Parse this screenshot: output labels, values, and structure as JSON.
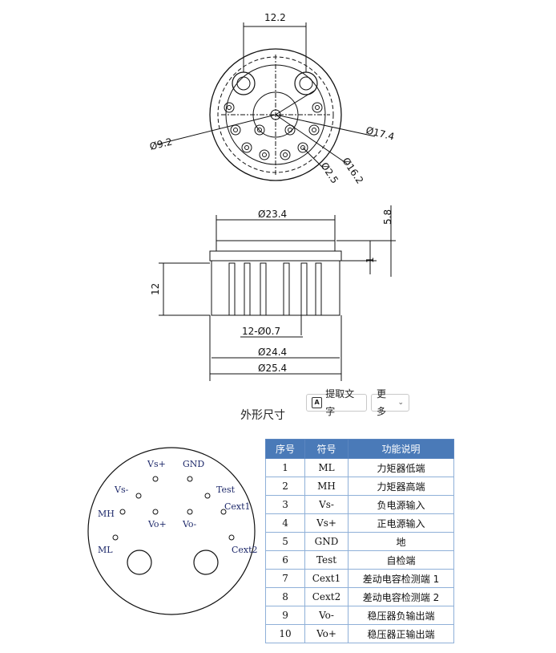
{
  "top_view": {
    "dim_pin_pitch": "12.2",
    "dim_circle_left": "Ø9.2",
    "dim_circle_outer": "Ø17.4",
    "dim_circle_inner": "Ø16.2",
    "dim_hole": "Ø2.5"
  },
  "side_view": {
    "dim_top": "Ø23.4",
    "dim_height_cap": "5.8",
    "dim_flange": "1",
    "dim_pin_length": "12",
    "dim_pins": "12-Ø0.7",
    "dim_base": "Ø24.4",
    "dim_outer": "Ø25.4"
  },
  "caption": "外形尺寸",
  "toolbar": {
    "ocr_label": "提取文字",
    "ocr_icon": "text-extract-icon",
    "more_label": "更多",
    "more_icon": "chevron-down-icon"
  },
  "pinout": {
    "labels": {
      "vs_plus": "Vs+",
      "gnd": "GND",
      "vs_minus": "Vs-",
      "test": "Test",
      "mh": "MH",
      "cext1": "Cext1",
      "vo_plus": "Vo+",
      "vo_minus": "Vo-",
      "ml": "ML",
      "cext2": "Cext2"
    }
  },
  "pin_table": {
    "headers": [
      "序号",
      "符号",
      "功能说明"
    ],
    "rows": [
      {
        "no": "1",
        "sym": "ML",
        "fn": "力矩器低端"
      },
      {
        "no": "2",
        "sym": "MH",
        "fn": "力矩器高端"
      },
      {
        "no": "3",
        "sym": "Vs-",
        "fn": "负电源输入"
      },
      {
        "no": "4",
        "sym": "Vs+",
        "fn": "正电源输入"
      },
      {
        "no": "5",
        "sym": "GND",
        "fn": "地"
      },
      {
        "no": "6",
        "sym": "Test",
        "fn": "自检端"
      },
      {
        "no": "7",
        "sym": "Cext1",
        "fn": "差动电容检测端 1"
      },
      {
        "no": "8",
        "sym": "Cext2",
        "fn": "差动电容检测端 2"
      },
      {
        "no": "9",
        "sym": "Vo-",
        "fn": "稳压器负输出端"
      },
      {
        "no": "10",
        "sym": "Vo+",
        "fn": "稳压器正输出端"
      }
    ]
  }
}
